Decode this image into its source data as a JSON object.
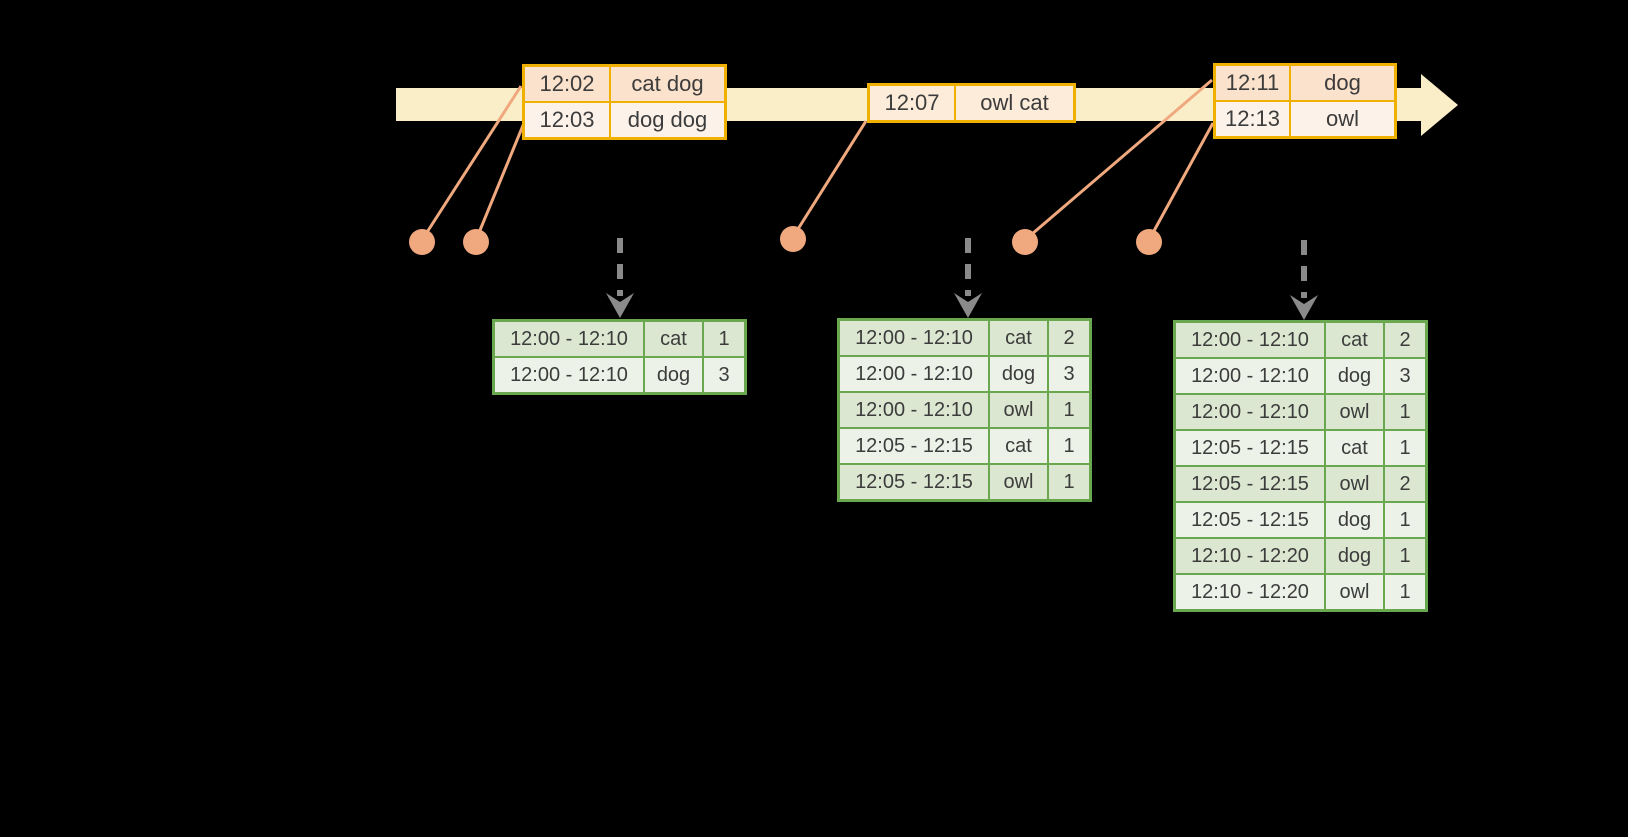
{
  "diagram": {
    "description_visible_elements": "timeline arrow with three input event tables, salmon event dots with connector lines, gray dashed arrows to three windowed-count result tables"
  },
  "colors": {
    "background": "#000000",
    "timeline_band": "#faeec9",
    "event_table_border": "#f0b000",
    "event_row_dark": "#fbe2cc",
    "event_row_light": "#fdf2e9",
    "event_dot": "#f0a97e",
    "result_table_border": "#6aa84f",
    "result_row_dark": "#dbe7d0",
    "result_row_light": "#edf2e8",
    "dashed_arrow": "#8a8a8a",
    "text": "#3c3c3c"
  },
  "event_tables": [
    {
      "rows": [
        {
          "time": "12:02",
          "words": "cat dog"
        },
        {
          "time": "12:03",
          "words": "dog dog"
        }
      ]
    },
    {
      "rows": [
        {
          "time": "12:07",
          "words": "owl cat"
        }
      ]
    },
    {
      "rows": [
        {
          "time": "12:11",
          "words": "dog"
        },
        {
          "time": "12:13",
          "words": "owl"
        }
      ]
    }
  ],
  "result_tables": [
    {
      "rows": [
        {
          "window": "12:00 - 12:10",
          "word": "cat",
          "count": "1"
        },
        {
          "window": "12:00 - 12:10",
          "word": "dog",
          "count": "3"
        }
      ]
    },
    {
      "rows": [
        {
          "window": "12:00 - 12:10",
          "word": "cat",
          "count": "2"
        },
        {
          "window": "12:00 - 12:10",
          "word": "dog",
          "count": "3"
        },
        {
          "window": "12:00 - 12:10",
          "word": "owl",
          "count": "1"
        },
        {
          "window": "12:05 - 12:15",
          "word": "cat",
          "count": "1"
        },
        {
          "window": "12:05 - 12:15",
          "word": "owl",
          "count": "1"
        }
      ]
    },
    {
      "rows": [
        {
          "window": "12:00 - 12:10",
          "word": "cat",
          "count": "2"
        },
        {
          "window": "12:00 - 12:10",
          "word": "dog",
          "count": "3"
        },
        {
          "window": "12:00 - 12:10",
          "word": "owl",
          "count": "1"
        },
        {
          "window": "12:05 - 12:15",
          "word": "cat",
          "count": "1"
        },
        {
          "window": "12:05 - 12:15",
          "word": "owl",
          "count": "2"
        },
        {
          "window": "12:05 - 12:15",
          "word": "dog",
          "count": "1"
        },
        {
          "window": "12:10 - 12:20",
          "word": "dog",
          "count": "1"
        },
        {
          "window": "12:10 - 12:20",
          "word": "owl",
          "count": "1"
        }
      ]
    }
  ]
}
